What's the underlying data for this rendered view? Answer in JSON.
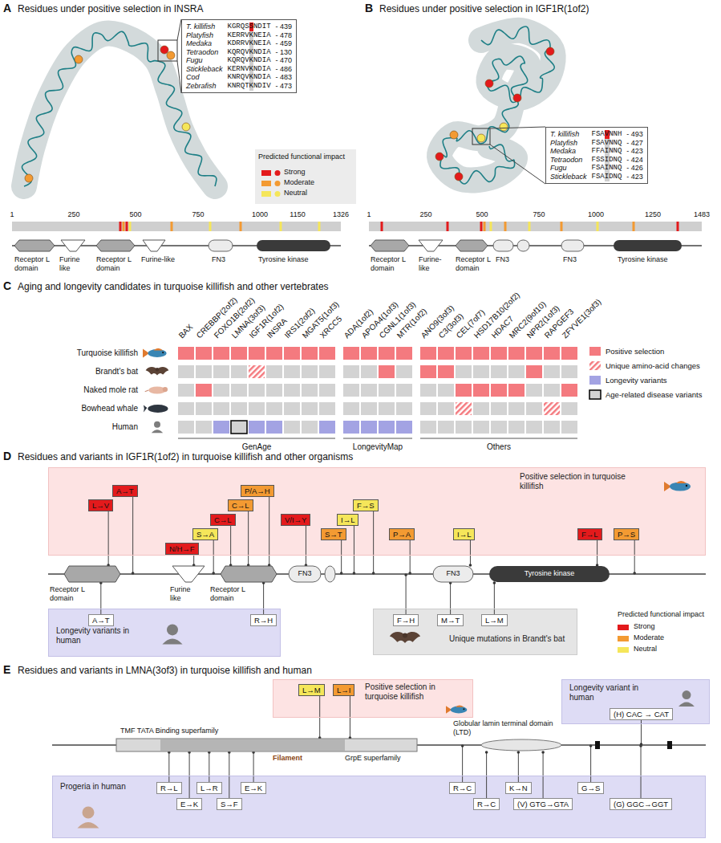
{
  "diagram": {
    "nodes": [
      {
        "text": [
          "T. killifish",
          "KGRQSSNDIT",
          "- 439",
          "Platyfish",
          "KERRVKNEIA",
          "- 478",
          "Medaka",
          "KDRRVKNEIA",
          "- 459",
          "Tetraodon",
          "KQRQVKNDIA",
          "- 130",
          "Fugu",
          "KQRQVKNDIA",
          "- 470",
          "Stickleback",
          "KERNVKNDIA",
          "- 486",
          "Cod",
          "KNRQVKNDIA",
          "- 483",
          "Zebrafish",
          "KNRQTKNDIV",
          "- 473"
        ]
      },
      {
        "text": [
          "T. killifish",
          "FSAVNNH",
          "- 493",
          "Platyfish",
          "FSAVNNQ",
          "- 427",
          "Medaka",
          "FFAINNQ",
          "- 423",
          "Tetraodon",
          "FSSIDNQ",
          "- 424",
          "Fugu",
          "FSAINNQ",
          "- 426",
          "Stickleback",
          "FSAIDNQ",
          "- 423"
        ]
      },
      {
        "text": [
          "Positive selection in turquoise killifish"
        ]
      },
      {
        "text": [
          "A→T"
        ],
        "in": 2
      },
      {
        "text": [
          "L→V"
        ],
        "in": 2
      },
      {
        "text": [
          "N/H→F"
        ],
        "in": 2
      },
      {
        "text": [
          "S→A"
        ],
        "in": 2
      },
      {
        "text": [
          "P/A→H"
        ],
        "in": 2
      },
      {
        "text": [
          "C→L"
        ],
        "in": 2
      },
      {
        "text": [
          "C→L"
        ],
        "in": 2
      },
      {
        "text": [
          "V/I→Y"
        ],
        "in": 2
      },
      {
        "text": [
          "S→T"
        ],
        "in": 2
      },
      {
        "text": [
          "F→S"
        ],
        "in": 2
      },
      {
        "text": [
          "I→L"
        ],
        "in": 2
      },
      {
        "text": [
          "P→A"
        ],
        "in": 2
      },
      {
        "text": [
          "I→L"
        ],
        "in": 2
      },
      {
        "text": [
          "F→L"
        ],
        "in": 2
      },
      {
        "text": [
          "P→S"
        ],
        "in": 2
      },
      {
        "text": [
          "Longevity variants in human"
        ]
      },
      {
        "text": [
          "A→T"
        ],
        "in": 18
      },
      {
        "text": [
          "R→H"
        ],
        "in": 18
      },
      {
        "text": [
          "Unique mutations in Brandt's bat"
        ]
      },
      {
        "text": [
          "F→H"
        ],
        "in": 21
      },
      {
        "text": [
          "M→T"
        ],
        "in": 21
      },
      {
        "text": [
          "L→M"
        ],
        "in": 21
      },
      {
        "text": [
          "Positive selection in turquoise killifish"
        ]
      },
      {
        "text": [
          "L→M"
        ],
        "in": 25
      },
      {
        "text": [
          "L→I"
        ],
        "in": 25
      },
      {
        "text": [
          "Longevity variant in human"
        ]
      },
      {
        "text": [
          "(H) CAC → CAT"
        ],
        "in": 28
      },
      {
        "text": [
          "Progeria in human"
        ]
      },
      {
        "text": [
          "R→L"
        ],
        "in": 30
      },
      {
        "text": [
          "L→R"
        ],
        "in": 30
      },
      {
        "text": [
          "E→K"
        ],
        "in": 30
      },
      {
        "text": [
          "E→K"
        ],
        "in": 30
      },
      {
        "text": [
          "S→F"
        ],
        "in": 30
      },
      {
        "text": [
          "R→C"
        ],
        "in": 30
      },
      {
        "text": [
          "R→C"
        ],
        "in": 30
      },
      {
        "text": [
          "K→N"
        ],
        "in": 30
      },
      {
        "text": [
          "(V) GTG→GTA"
        ],
        "in": 30
      },
      {
        "text": [
          "G→S"
        ],
        "in": 30
      },
      {
        "text": [
          "(G) GGC→GGT"
        ],
        "in": 30
      }
    ],
    "labels": [
      "A",
      "Residues under positive selection in INSRA",
      "Predicted functional impact",
      "1",
      "250",
      "500",
      "750",
      "1000",
      "1150",
      "1326",
      "Receptor L domain",
      "Furine like",
      "Receptor L domain",
      "Furine-like",
      "FN3",
      "Tyrosine kinase",
      "B",
      "Residues under positive selection in IGF1R(1of2)",
      "1",
      "250",
      "500",
      "750",
      "1000",
      "1250",
      "1483",
      "Receptor L domain",
      "Furine-like",
      "Receptor L domain",
      "FN3",
      "FN3",
      "Tyrosine kinase",
      "C",
      "Aging and longevity candidates in turquoise killifish and other vertebrates",
      "BAX",
      "CREBBP(2of2)",
      "FOXO1B(2of2)",
      "LMNA(3of3)",
      "IGF1R(1of2)",
      "INSRA",
      "IRS1(2of2)",
      "MGAT5(1of3)",
      "XRCC5",
      "ADA(1of2)",
      "APOA4(1of3)",
      "CGNL1(1of3)",
      "MTR(1of2)",
      "ANO9(3of3)",
      "C3(3of3)",
      "CEL(7of7)",
      "HSD17B10(2of2)",
      "HDAC7",
      "MRC2(9of10)",
      "NPR2(1of3)",
      "RAPGEF3",
      "ZFYVE1(3of3)",
      "Turquoise killifish",
      "Brandt's bat",
      "Naked mole rat",
      "Bowhead whale",
      "Human",
      "GenAge",
      "LongevityMap",
      "Others",
      "D",
      "Residues and variants in IGF1R(1of2) in turquoise killifish and other organisms",
      "Receptor L domain",
      "Furine like",
      "Receptor L domain",
      "FN3",
      "FN3",
      "Tyrosine kinase",
      "Predicted functional impact",
      "E",
      "Residues and variants in LMNA(3of3) in turquoise killifish and human",
      "TMF TATA Binding superfamily",
      "Filament",
      "GrpE superfamily",
      "Globular lamin terminal domain (LTD)"
    ],
    "legend": [
      {
        "text": "Strong",
        "color": "#e31a1c"
      },
      {
        "text": "Moderate",
        "color": "#f39a32"
      },
      {
        "text": "Neutral",
        "color": "#f5e65a"
      },
      {
        "text": "Positive selection",
        "color": "#f47a7f"
      },
      {
        "text": "Unique amino-acid changes"
      },
      {
        "text": "Longevity variants",
        "color": "#a3a3e3"
      },
      {
        "text": "Age-related disease variants"
      },
      {
        "text": "Strong",
        "color": "#e31a1c"
      },
      {
        "text": "Moderate",
        "color": "#f39a32"
      },
      {
        "text": "Neutral",
        "color": "#f5e65a"
      }
    ]
  }
}
